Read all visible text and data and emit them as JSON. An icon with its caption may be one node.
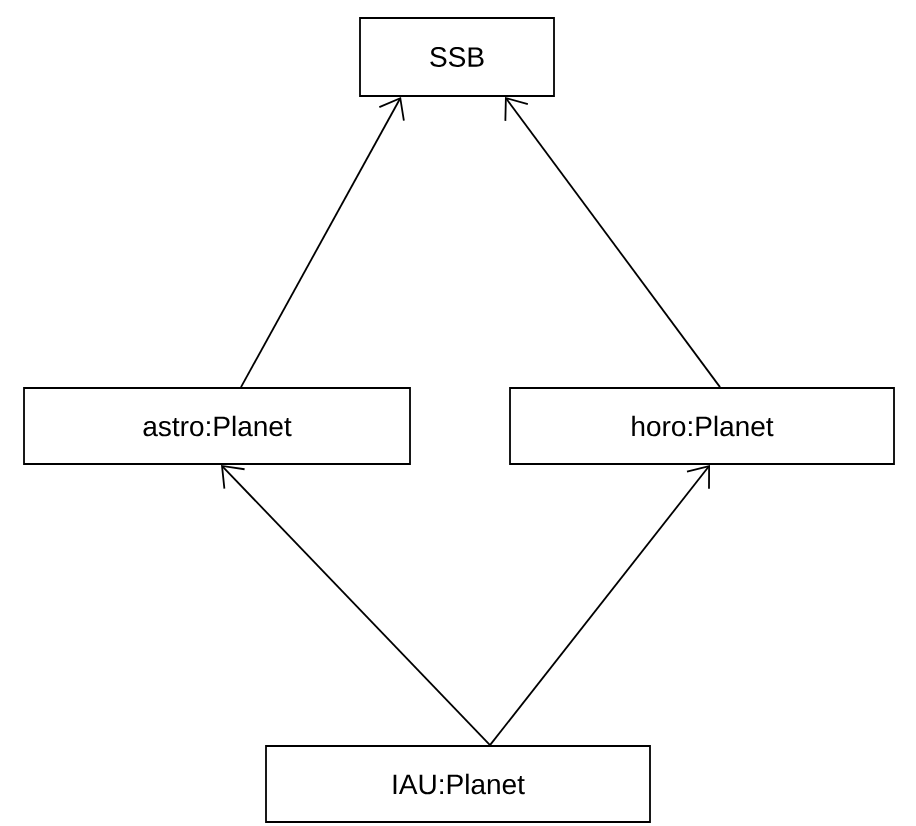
{
  "diagram": {
    "nodes": [
      {
        "text": [
          "SSB"
        ]
      },
      {
        "text": [
          "astro:Planet"
        ]
      },
      {
        "text": [
          "horo:Planet"
        ]
      },
      {
        "text": [
          "IAU:Planet"
        ]
      }
    ],
    "edges": [
      {
        "from": 1,
        "to": 0,
        "arrow": "to"
      },
      {
        "from": 2,
        "to": 0,
        "arrow": "to"
      },
      {
        "from": 3,
        "to": 1,
        "arrow": "to"
      },
      {
        "from": 3,
        "to": 2,
        "arrow": "to"
      }
    ]
  }
}
